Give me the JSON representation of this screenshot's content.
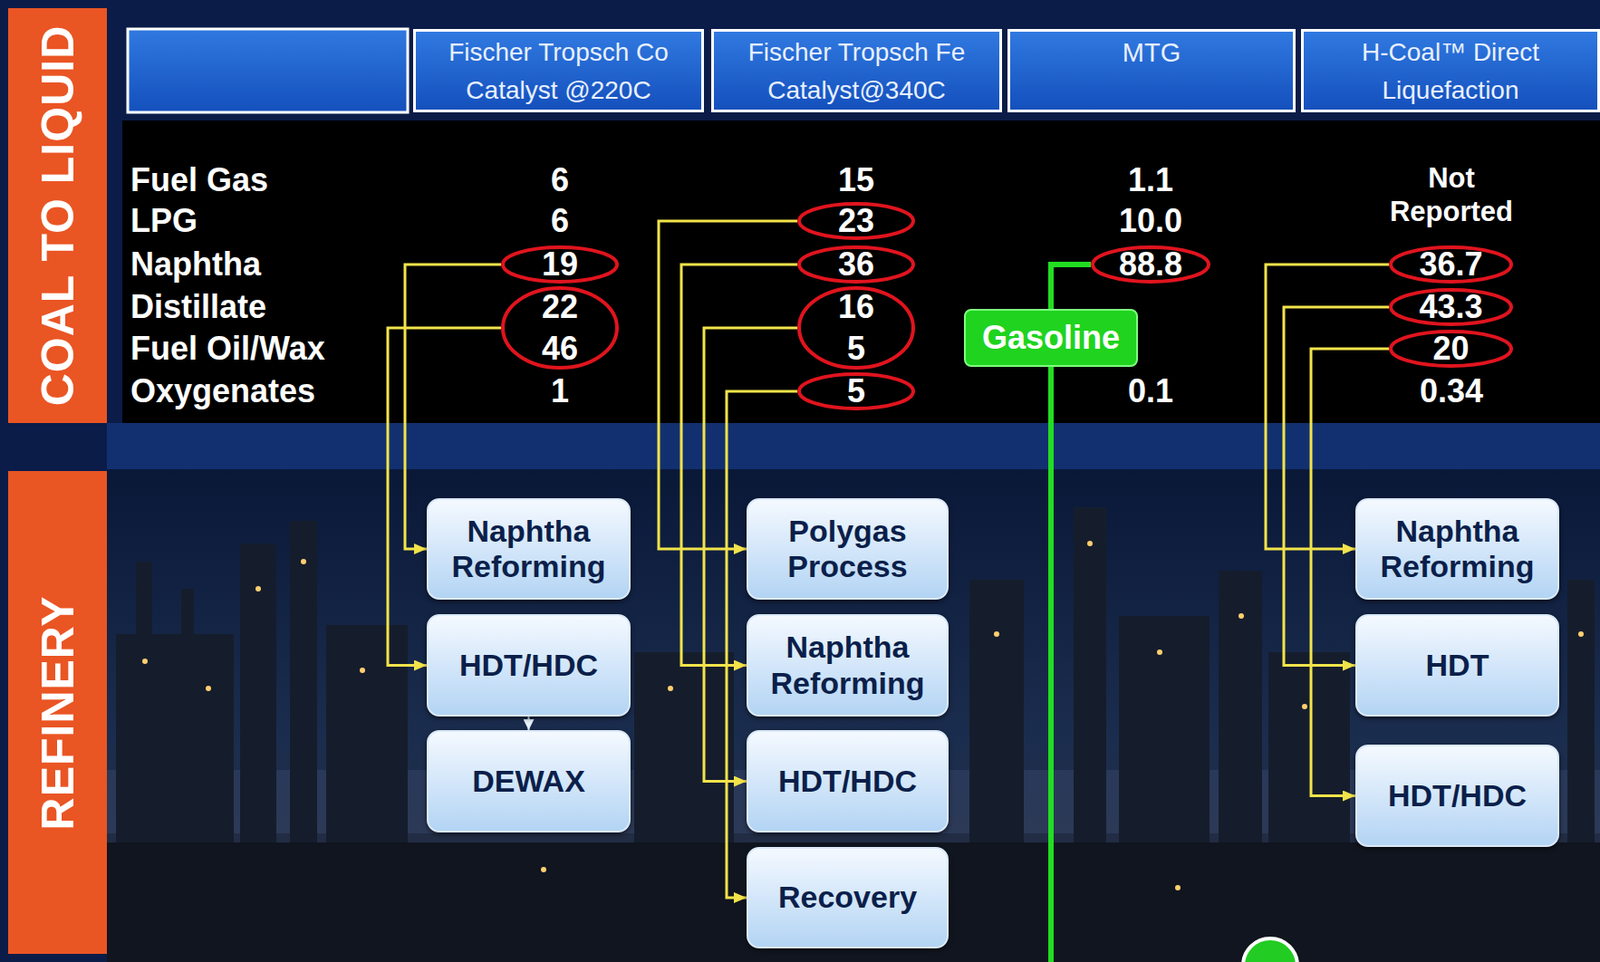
{
  "diagram": {
    "nodes": [
      {
        "text": [
          "COAL TO LIQUID"
        ]
      },
      {
        "text": [
          "Fischer Tropsch Co Catalyst @220C"
        ]
      },
      {
        "text": [
          "Fischer Tropsch Fe Catalyst@340C"
        ]
      },
      {
        "text": [
          "MTG"
        ]
      },
      {
        "text": [
          "H-Coal™ Direct Liquefaction"
        ]
      },
      {
        "text": [
          "19"
        ]
      },
      {
        "text": [
          "22",
          "46"
        ]
      },
      {
        "text": [
          "23"
        ]
      },
      {
        "text": [
          "36"
        ]
      },
      {
        "text": [
          "16",
          "5"
        ]
      },
      {
        "text": [
          "5"
        ]
      },
      {
        "text": [
          "88.8"
        ]
      },
      {
        "text": [
          "36.7"
        ]
      },
      {
        "text": [
          "43.3"
        ]
      },
      {
        "text": [
          "20"
        ]
      },
      {
        "text": [
          "Gasoline"
        ]
      },
      {
        "text": [
          "REFINERY"
        ]
      },
      {
        "text": [
          "Naphtha Reforming"
        ]
      },
      {
        "text": [
          "HDT/HDC"
        ]
      },
      {
        "text": [
          "DEWAX"
        ]
      },
      {
        "text": [
          "Polygas Process"
        ]
      },
      {
        "text": [
          "Naphtha Reforming"
        ]
      },
      {
        "text": [
          "HDT/HDC"
        ]
      },
      {
        "text": [
          "Recovery"
        ]
      },
      {
        "text": [
          "Naphtha Reforming"
        ]
      },
      {
        "text": [
          "HDT"
        ]
      },
      {
        "text": [
          "HDT/HDC"
        ]
      }
    ],
    "edges": [
      {
        "from": 5,
        "to": 17,
        "arrow": "to"
      },
      {
        "from": 6,
        "to": 18,
        "arrow": "to"
      },
      {
        "from": 18,
        "to": 19,
        "arrow": "to"
      },
      {
        "from": 7,
        "to": 20,
        "arrow": "to"
      },
      {
        "from": 8,
        "to": 21,
        "arrow": "to"
      },
      {
        "from": 9,
        "to": 22,
        "arrow": "to"
      },
      {
        "from": 10,
        "to": 23,
        "arrow": "to"
      },
      {
        "from": 11,
        "to": 15,
        "arrow": "none"
      },
      {
        "from": 12,
        "to": 24,
        "arrow": "to"
      },
      {
        "from": 13,
        "to": 25,
        "arrow": "to"
      },
      {
        "from": 14,
        "to": 26,
        "arrow": "to"
      }
    ],
    "labels": [
      "Fuel Gas",
      "6",
      "15",
      "1.1",
      "Not Reported",
      "LPG",
      "6",
      "10.0",
      "Naphtha",
      "Distillate",
      "Fuel Oil/Wax",
      "Oxygenates",
      "1",
      "0.1",
      "0.34"
    ]
  }
}
